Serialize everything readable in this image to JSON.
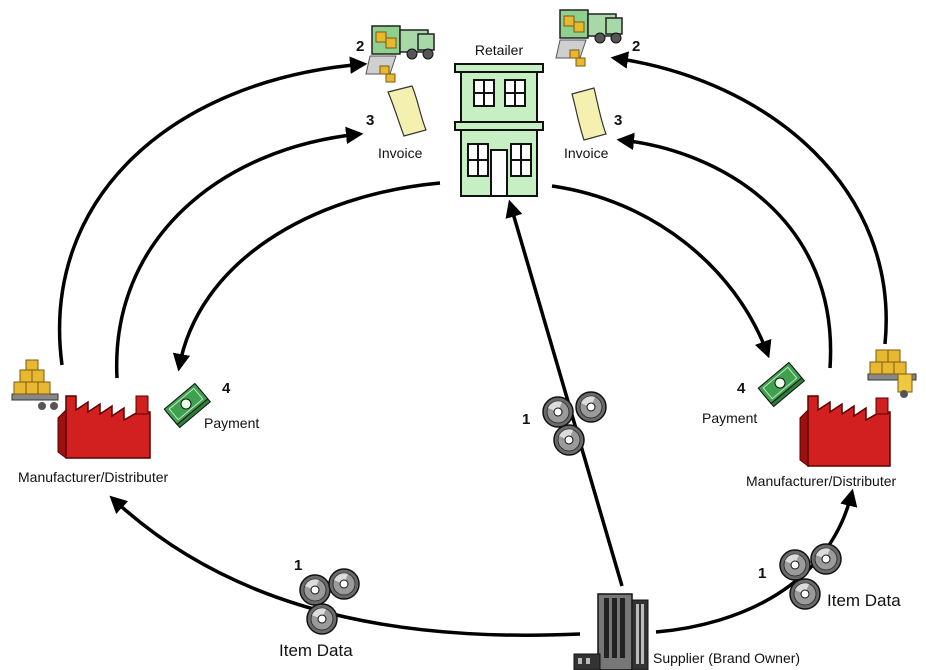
{
  "nodes": {
    "retailer": "Retailer",
    "manufacturer_left": "Manufacturer/Distributer",
    "manufacturer_right": "Manufacturer/Distributer",
    "supplier": "Supplier (Brand Owner)"
  },
  "flows": {
    "item_data_left": {
      "step": "1",
      "label": "Item Data"
    },
    "item_data_right": {
      "step": "1",
      "label": "Item Data"
    },
    "item_data_center": {
      "step": "1"
    },
    "shipment_left": {
      "step": "2"
    },
    "shipment_right": {
      "step": "2"
    },
    "invoice_left": {
      "step": "3",
      "label": "Invoice"
    },
    "invoice_right": {
      "step": "3",
      "label": "Invoice"
    },
    "payment_left": {
      "step": "4",
      "label": "Payment"
    },
    "payment_right": {
      "step": "4",
      "label": "Payment"
    }
  },
  "colors": {
    "retailer": "#c6efc4",
    "factory": "#d21f1f",
    "truck": "#a8d8a8",
    "boxes": "#e8b830",
    "invoice": "#f4f0b0",
    "money": "#3fa050",
    "disc": "#555555"
  },
  "icons": [
    "retailer-store-icon",
    "factory-icon",
    "supplier-building-icon",
    "delivery-truck-icon",
    "invoice-document-icon",
    "payment-money-icon",
    "data-disc-icon",
    "pallet-boxes-icon"
  ]
}
